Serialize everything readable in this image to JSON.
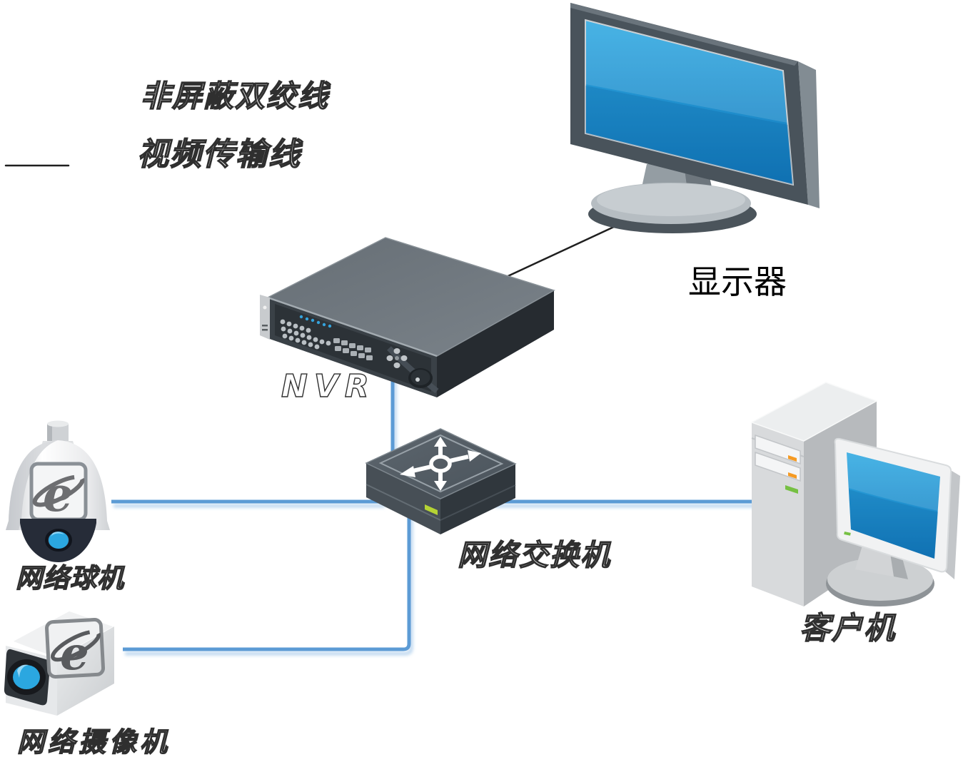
{
  "legend": {
    "items": [
      {
        "label": "非屏蔽双绞线",
        "line_color": "#5B9BD5",
        "line_style": "solid-thick"
      },
      {
        "label": "视频传输线",
        "line_color": "#1F1F1F",
        "line_style": "solid-thin"
      }
    ]
  },
  "devices": {
    "monitor": {
      "label": "显示器"
    },
    "nvr": {
      "label": "NVR"
    },
    "switch": {
      "label": "网络交换机"
    },
    "dome_camera": {
      "label": "网络球机"
    },
    "box_camera": {
      "label": "网络摄像机"
    },
    "client_pc": {
      "label": "客户机"
    }
  },
  "connections": [
    {
      "from": "nvr",
      "to": "monitor",
      "cable": "视频传输线"
    },
    {
      "from": "nvr",
      "to": "switch",
      "cable": "非屏蔽双绞线"
    },
    {
      "from": "dome_camera",
      "to": "switch",
      "cable": "非屏蔽双绞线"
    },
    {
      "from": "switch",
      "to": "client_pc",
      "cable": "非屏蔽双绞线"
    },
    {
      "from": "switch",
      "to": "box_camera",
      "cable": "非屏蔽双绞线"
    }
  ],
  "colors": {
    "utp_line": "#5B9BD5",
    "video_line": "#1F1F1F",
    "screen_blue_top": "#2FA9E2",
    "screen_blue_bottom": "#1277BA",
    "led_green": "#B5D334",
    "led_blue": "#35A3DC",
    "lens_blue": "#2BA7E0"
  },
  "camera_logo_glyph": "e"
}
